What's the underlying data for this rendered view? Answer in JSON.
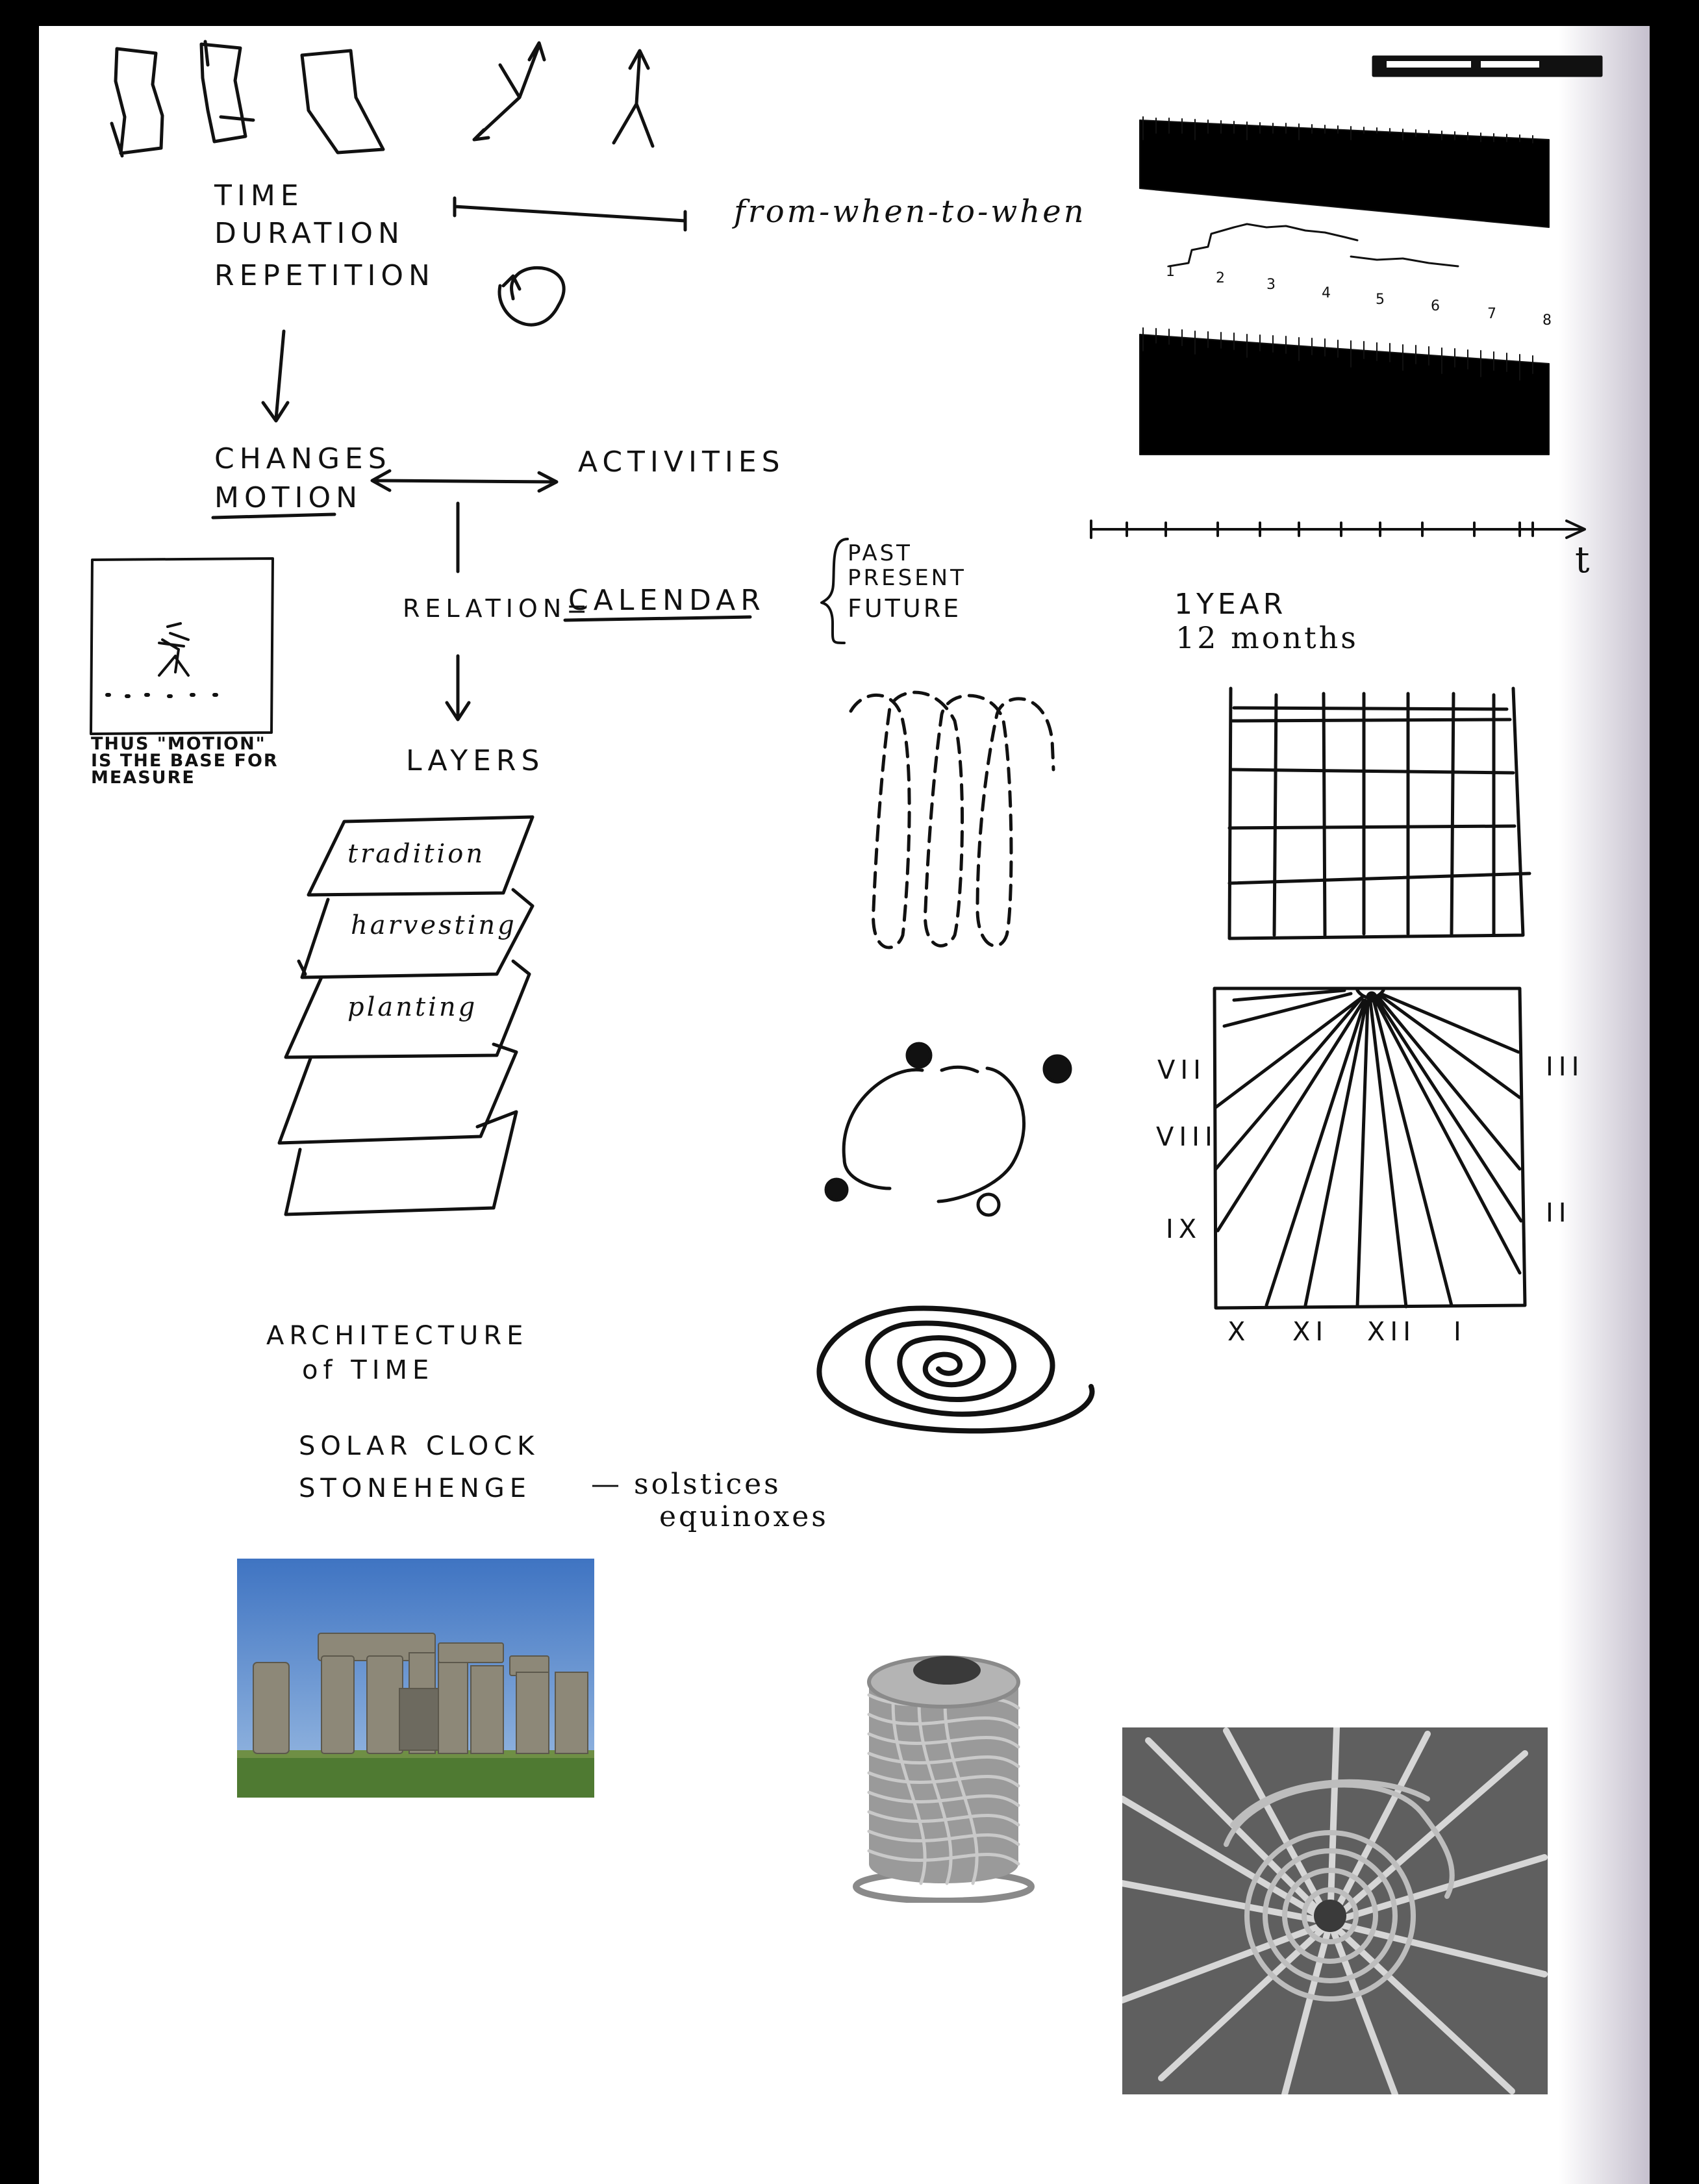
{
  "notes": {
    "time_concepts": [
      "TIME",
      "DURATION",
      "REPETITION"
    ],
    "from_when_to_when": "from-when-to-when",
    "changes": "CHANGES",
    "motion": "MOTION",
    "activities": "ACTIVITIES",
    "relation": "RELATION=",
    "calendar": "CALENDAR",
    "motion_caption": [
      "THUS \"MOTION\"",
      "IS THE BASE FOR",
      "MEASURE"
    ],
    "layers": "LAYERS",
    "layer_labels": [
      "tradition",
      "harvesting",
      "planting"
    ],
    "tenses": [
      "PAST",
      "PRESENT",
      "FUTURE"
    ],
    "year": "1YEAR",
    "months": "12 months",
    "axis_t": "t",
    "sundial_left": [
      "VII",
      "VIII",
      "IX"
    ],
    "sundial_right": [
      "III",
      "II"
    ],
    "sundial_bottom": [
      "X",
      "XI",
      "XII",
      "I"
    ],
    "architecture": "ARCHITECTURE",
    "of_time": "of TIME",
    "solar_clock": "SOLAR CLOCK",
    "stonehenge": "STONEHENGE",
    "solstices": "— solstices",
    "equinoxes": "equinoxes"
  },
  "ruler": {
    "numbers": [
      "1",
      "2",
      "3",
      "4",
      "5",
      "6",
      "7",
      "8"
    ]
  },
  "images": {
    "stonehenge_photo": "stonehenge-photo",
    "rope_coil": "rope-coil-image",
    "basket_weaving": "basket-weaving-photo"
  },
  "colors": {
    "ink": "#111111",
    "paper": "#ffffff",
    "sky": "#5b88c8",
    "grass": "#4f7a32",
    "stone": "#8d8878"
  }
}
